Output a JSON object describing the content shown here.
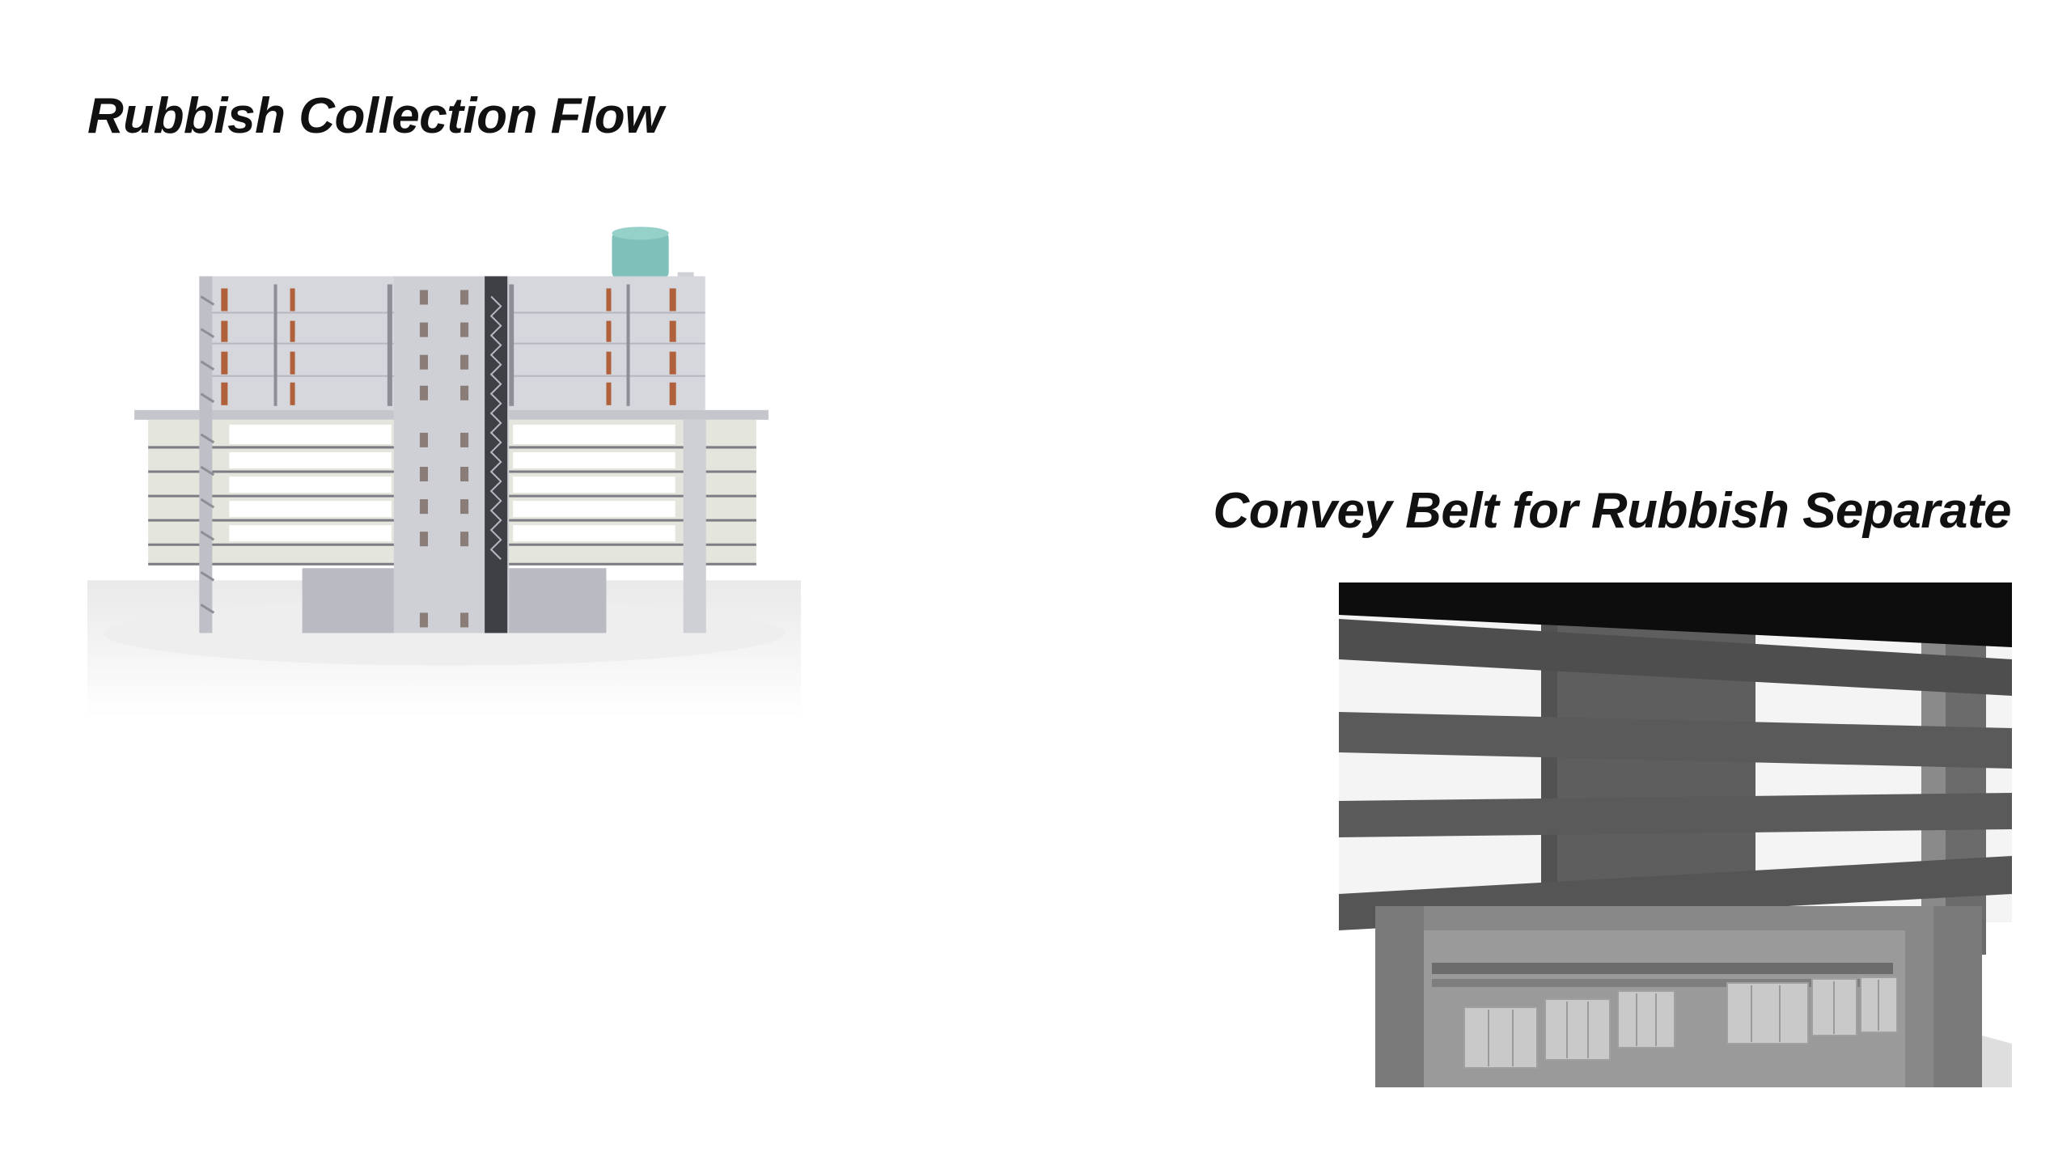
{
  "slide": {
    "title_left": "Rubbish Collection Flow",
    "title_right": "Convey Belt for Rubbish Separate"
  },
  "colors": {
    "background": "#ffffff",
    "title_text": "#111111",
    "building_facade": "#cfd0d6",
    "slab_tone": "#e4e5dc",
    "water_tank": "#7fc0ba",
    "window_accent": "#b0603a",
    "belt_structure": "#575757",
    "bins": "#c9c9c9"
  },
  "images": [
    {
      "name": "building-section-render",
      "subject": "multi-storey building section with rooftop water tank"
    },
    {
      "name": "conveyor-belt-render",
      "subject": "grey structure with bins beneath"
    }
  ]
}
